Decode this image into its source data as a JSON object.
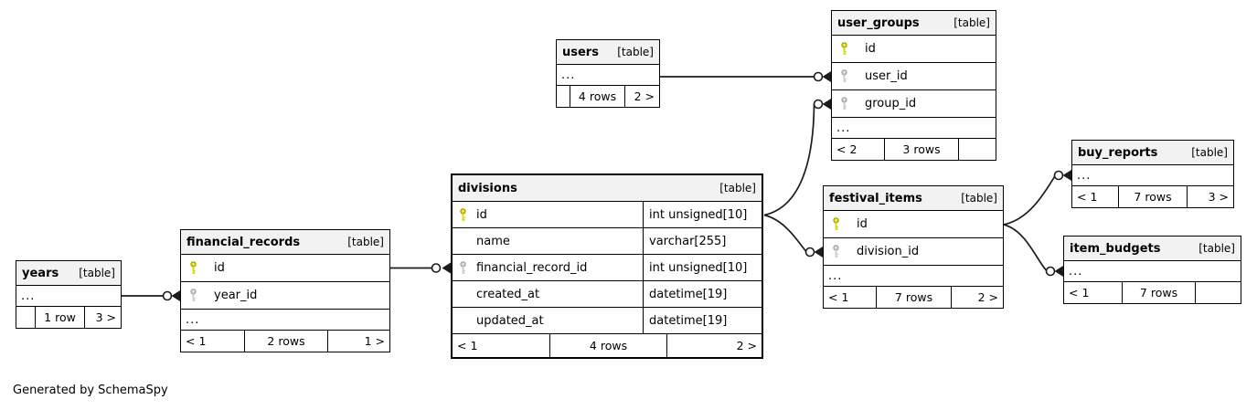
{
  "diagram": {
    "generator_note": "Generated by SchemaSpy"
  },
  "colors": {
    "table_header_bg": "#f2f2f2",
    "table_border": "#000000",
    "relationship_line": "#1c1c1c",
    "primary_key_icon": "#d9d900",
    "foreign_key_icon": "#cccccc"
  },
  "tables": [
    {
      "name": "users",
      "tag": "[table]",
      "columns": [
        {
          "label": "..."
        }
      ],
      "footer": {
        "left": "",
        "center": "4 rows",
        "right": "2 >"
      }
    },
    {
      "name": "user_groups",
      "tag": "[table]",
      "columns": [
        {
          "label": "id",
          "key": "primary"
        },
        {
          "label": "user_id",
          "key": "foreign"
        },
        {
          "label": "group_id",
          "key": "foreign"
        },
        {
          "label": "..."
        }
      ],
      "footer": {
        "left": "< 2",
        "center": "3 rows",
        "right": ""
      }
    },
    {
      "name": "buy_reports",
      "tag": "[table]",
      "columns": [
        {
          "label": "..."
        }
      ],
      "footer": {
        "left": "< 1",
        "center": "7 rows",
        "right": "3 >"
      }
    },
    {
      "name": "festival_items",
      "tag": "[table]",
      "columns": [
        {
          "label": "id",
          "key": "primary"
        },
        {
          "label": "division_id",
          "key": "foreign"
        },
        {
          "label": "..."
        }
      ],
      "footer": {
        "left": "< 1",
        "center": "7 rows",
        "right": "2 >"
      }
    },
    {
      "name": "item_budgets",
      "tag": "[table]",
      "columns": [
        {
          "label": "..."
        }
      ],
      "footer": {
        "left": "< 1",
        "center": "7 rows",
        "right": ""
      }
    },
    {
      "name": "divisions",
      "tag": "[table]",
      "emphasized": true,
      "columns": [
        {
          "label": "id",
          "key": "primary",
          "type": "int unsigned[10]"
        },
        {
          "label": "name",
          "type": "varchar[255]"
        },
        {
          "label": "financial_record_id",
          "key": "foreign",
          "type": "int unsigned[10]"
        },
        {
          "label": "created_at",
          "type": "datetime[19]"
        },
        {
          "label": "updated_at",
          "type": "datetime[19]"
        }
      ],
      "footer": {
        "left": "< 1",
        "center": "4 rows",
        "right": "2 >"
      }
    },
    {
      "name": "financial_records",
      "tag": "[table]",
      "columns": [
        {
          "label": "id",
          "key": "primary"
        },
        {
          "label": "year_id",
          "key": "foreign"
        },
        {
          "label": "..."
        }
      ],
      "footer": {
        "left": "< 1",
        "center": "2 rows",
        "right": "1 >"
      }
    },
    {
      "name": "years",
      "tag": "[table]",
      "columns": [
        {
          "label": "..."
        }
      ],
      "footer": {
        "left": "",
        "center": "1 row",
        "right": "3 >"
      }
    }
  ],
  "relationships": [
    {
      "from": "users",
      "to": "user_groups.user_id"
    },
    {
      "from": "divisions.id",
      "to": "user_groups.group_id"
    },
    {
      "from": "divisions.id",
      "to": "festival_items.division_id"
    },
    {
      "from": "festival_items.id",
      "to": "buy_reports"
    },
    {
      "from": "festival_items.id",
      "to": "item_budgets"
    },
    {
      "from": "years",
      "to": "financial_records.year_id"
    },
    {
      "from": "financial_records.id",
      "to": "divisions.financial_record_id"
    }
  ]
}
